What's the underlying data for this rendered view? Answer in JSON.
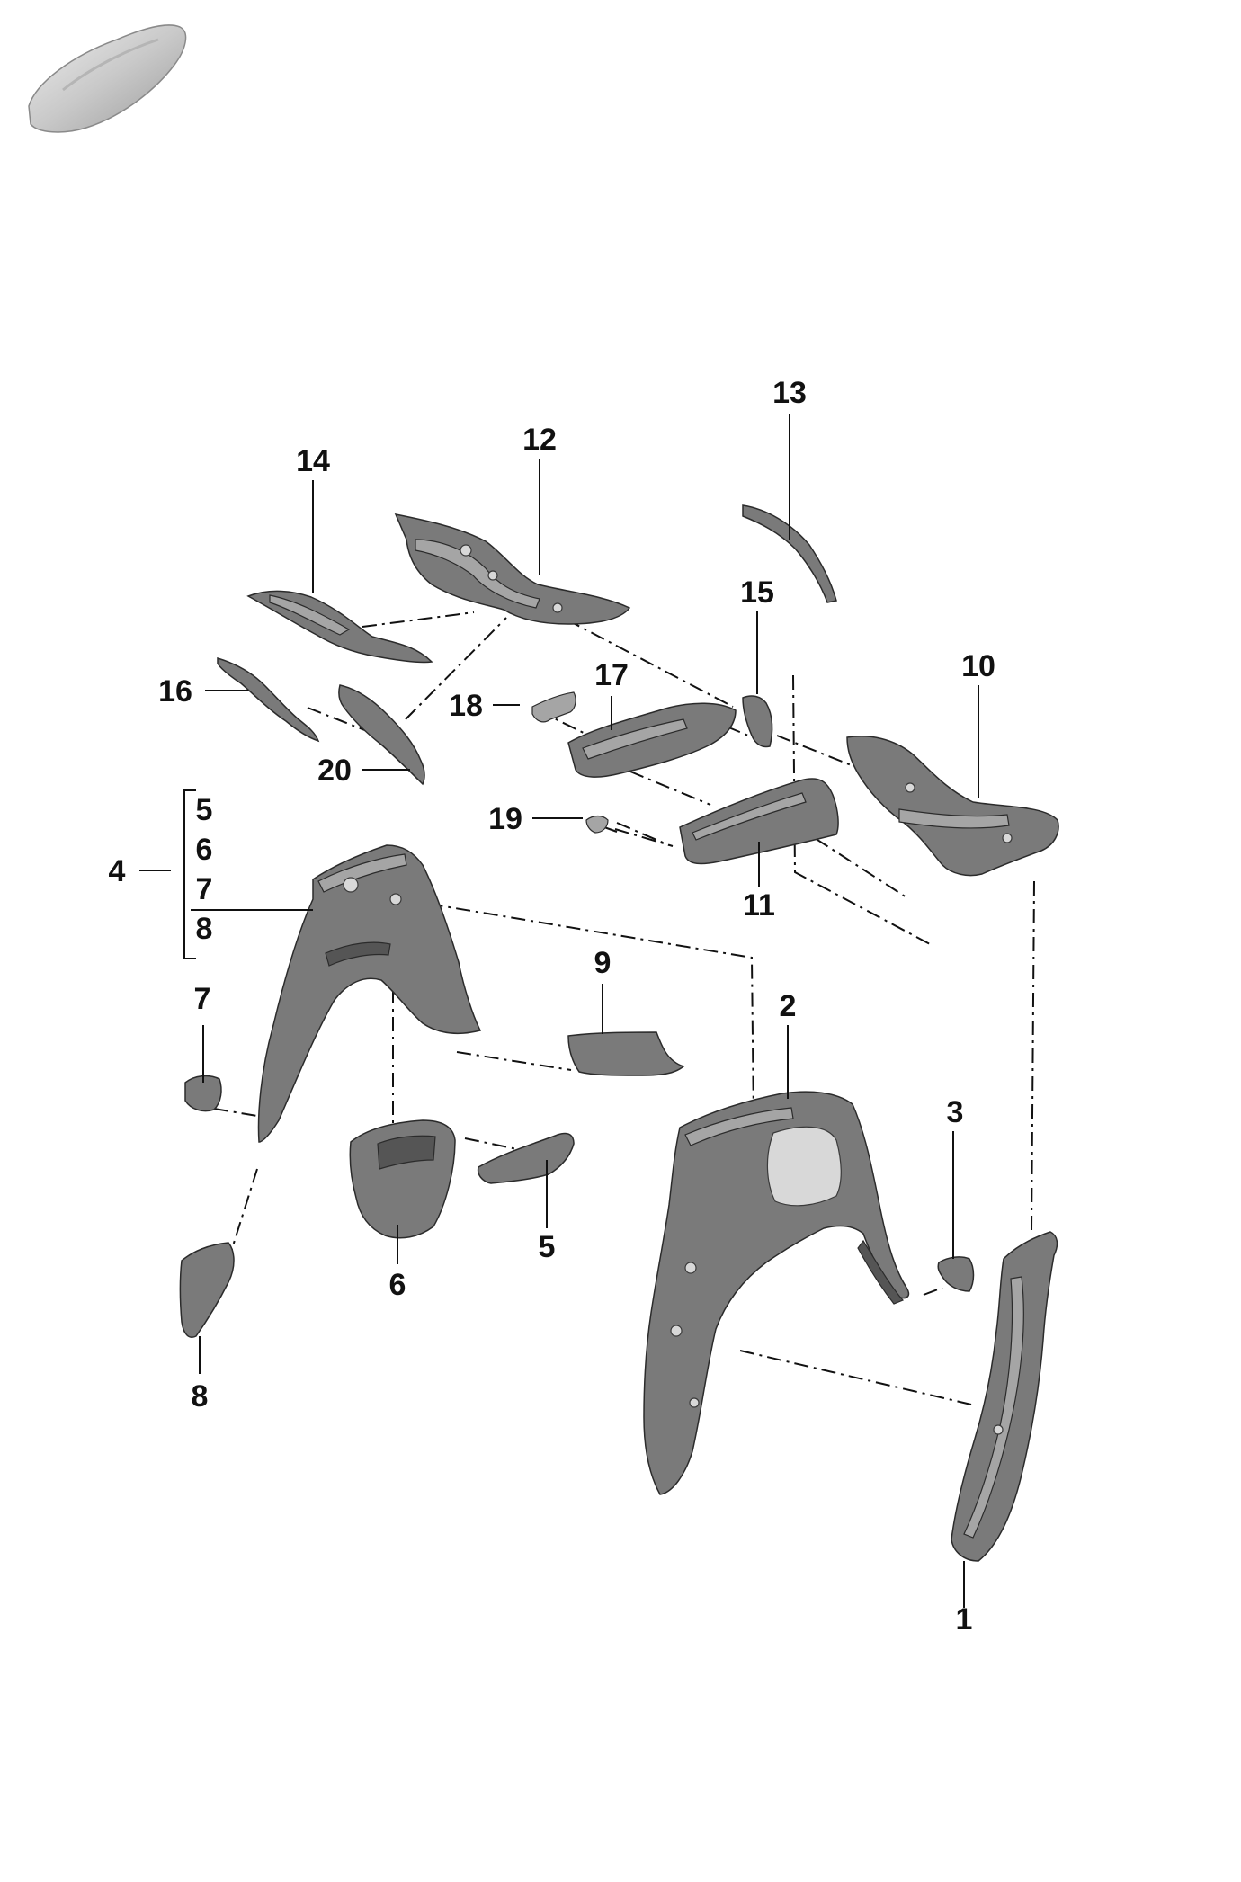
{
  "diagram": {
    "callouts": {
      "c1": "1",
      "c2": "2",
      "c3": "3",
      "c4": "4",
      "c5a": "5",
      "c5b": "5",
      "c6a": "6",
      "c6b": "6",
      "c7a": "7",
      "c7b": "7",
      "c8a": "8",
      "c8b": "8",
      "c9": "9",
      "c10": "10",
      "c11": "11",
      "c12": "12",
      "c13": "13",
      "c14": "14",
      "c15": "15",
      "c16": "16",
      "c17": "17",
      "c18": "18",
      "c19": "19",
      "c20": "20"
    },
    "colors": {
      "part_fill": "#7a7a7a",
      "part_highlight": "#a5a5a5",
      "outline": "#2b2b2b",
      "callout_text": "#111111",
      "background": "#ffffff"
    },
    "icons": {
      "vehicle_thumbnail": "car-silhouette-icon"
    }
  }
}
